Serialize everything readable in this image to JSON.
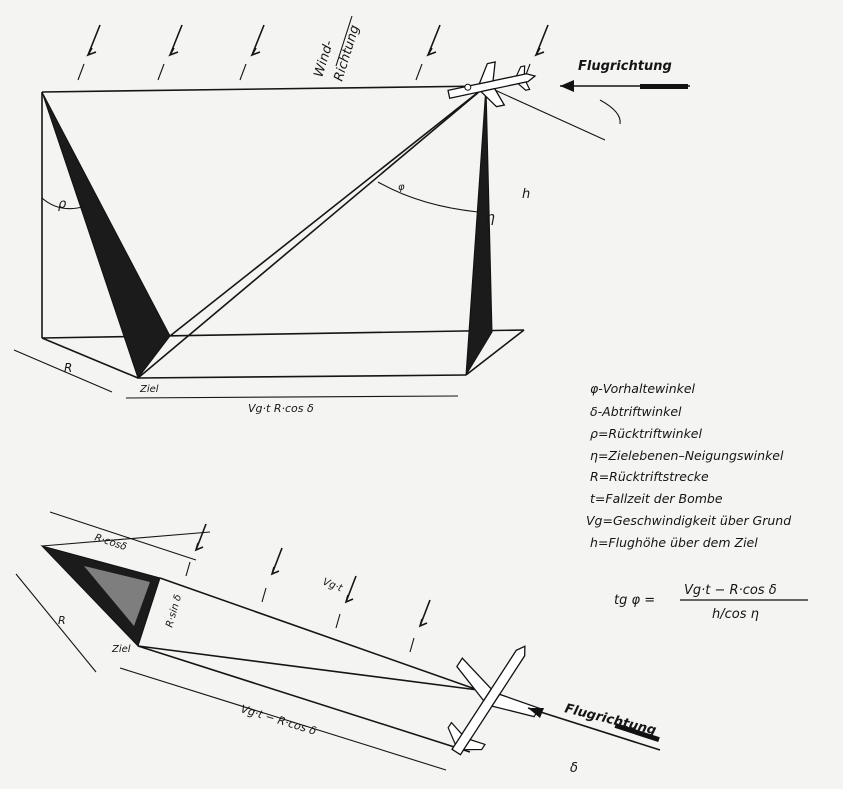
{
  "top": {
    "wind_label_1": "Wind-",
    "wind_label_2": "Richtung",
    "flight_dir": "Flugrichtung",
    "h_label": "h",
    "eta_label": "η",
    "phi_label": "φ",
    "dist_label": "Vg·t   R·cos δ",
    "r_label": "R",
    "ziel": "Ziel"
  },
  "bottom": {
    "rcos_label": "R·cosδ",
    "vgt_label": "Vg·t",
    "rsin_label": "R·sin δ",
    "r_label": "R",
    "ziel": "Ziel",
    "dist_label": "Vg·t − R·cos δ",
    "flight_dir": "Flugrichtung",
    "delta_label": "δ"
  },
  "legend": [
    {
      "sym": "φ",
      "text": "-Vorhaltewinkel"
    },
    {
      "sym": "δ",
      "text": "-Abtriftwinkel"
    },
    {
      "sym": "ρ",
      "text": "=Rücktriftwinkel"
    },
    {
      "sym": "η",
      "text": "=Zielebenen–Neigungswinkel"
    },
    {
      "sym": "R",
      "text": "=Rücktriftstrecke"
    },
    {
      "sym": "t",
      "text": "=Fallzeit der Bombe"
    },
    {
      "sym": "Vg",
      "text": "=Geschwindigkeit über Grund"
    },
    {
      "sym": "h",
      "text": "=Flughöhe über dem Ziel"
    }
  ],
  "formula": {
    "lhs": "tg φ =",
    "numerator": "Vg·t − R·cos δ",
    "denominator": "h/cos η"
  }
}
